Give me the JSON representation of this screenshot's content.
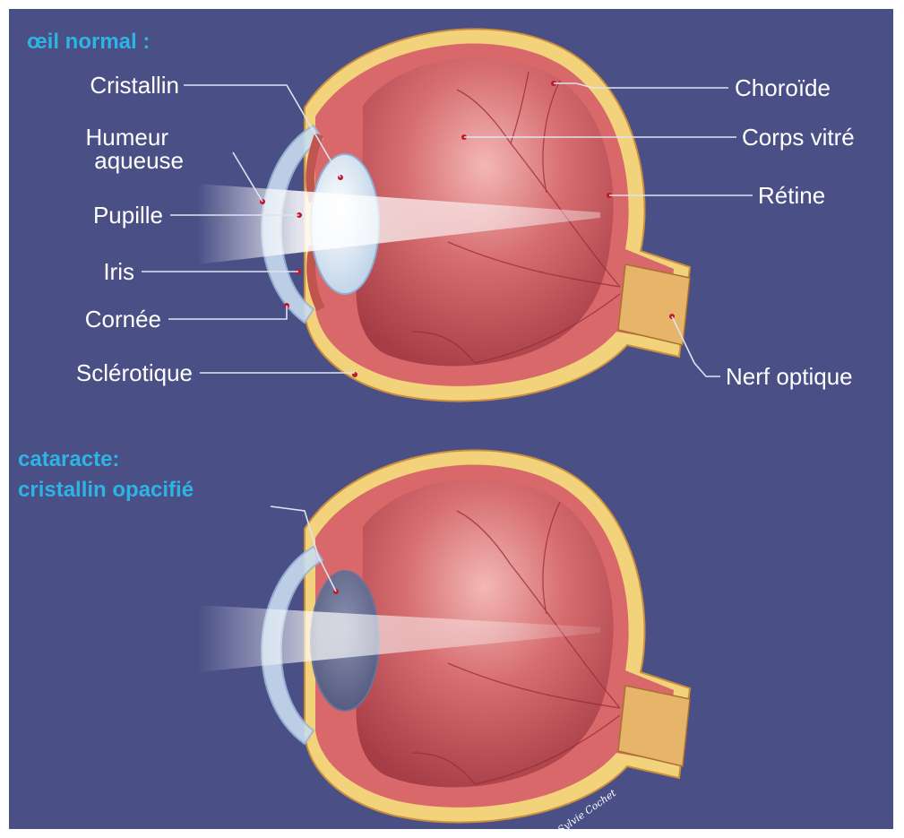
{
  "normal": {
    "heading": "œil normal :",
    "labels": {
      "cristallin": "Cristallin",
      "humeur_line1": "Humeur",
      "humeur_line2": "aqueuse",
      "pupille": "Pupille",
      "iris": "Iris",
      "cornee": "Cornée",
      "sclerotique": "Sclérotique",
      "choroide": "Choroïde",
      "corps_vitre": "Corps vitré",
      "retine": "Rétine",
      "nerf_optique": "Nerf optique"
    }
  },
  "cataract": {
    "heading_line1": "cataracte:",
    "heading_line2": "cristallin opacifié"
  },
  "signature": "Sylvie Cochet",
  "colors": {
    "background": "#4a4f86",
    "sclera": "#f2d27a",
    "choroid": "#d9686a",
    "vitreous": "#c45a5e",
    "heading": "#2fb3e3",
    "label": "#ffffff"
  }
}
